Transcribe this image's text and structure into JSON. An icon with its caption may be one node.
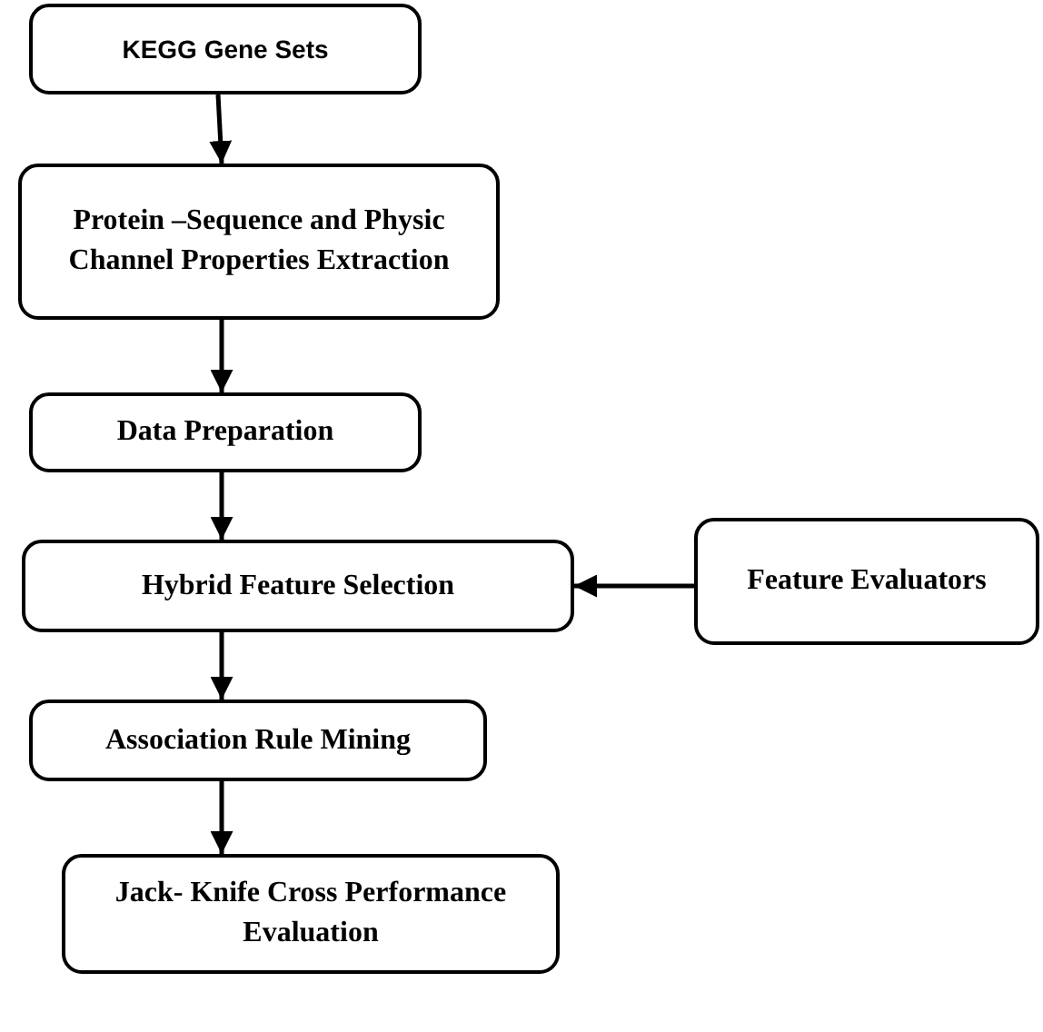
{
  "diagram": {
    "nodes": [
      {
        "text": [
          "KEGG Gene Sets"
        ]
      },
      {
        "text": [
          "Protein –Sequence and Physic Channel Properties Extraction"
        ]
      },
      {
        "text": [
          "Data Preparation"
        ]
      },
      {
        "text": [
          "Hybrid Feature Selection"
        ]
      },
      {
        "text": [
          "Feature Evaluators"
        ]
      },
      {
        "text": [
          "Association Rule Mining"
        ]
      },
      {
        "text": [
          "Jack- Knife Cross Performance Evaluation"
        ]
      }
    ],
    "edges": [
      {
        "from": 0,
        "to": 1,
        "arrow": "to"
      },
      {
        "from": 1,
        "to": 2,
        "arrow": "to"
      },
      {
        "from": 2,
        "to": 3,
        "arrow": "to"
      },
      {
        "from": 4,
        "to": 3,
        "arrow": "to"
      },
      {
        "from": 3,
        "to": 5,
        "arrow": "to"
      },
      {
        "from": 5,
        "to": 6,
        "arrow": "to"
      }
    ]
  }
}
